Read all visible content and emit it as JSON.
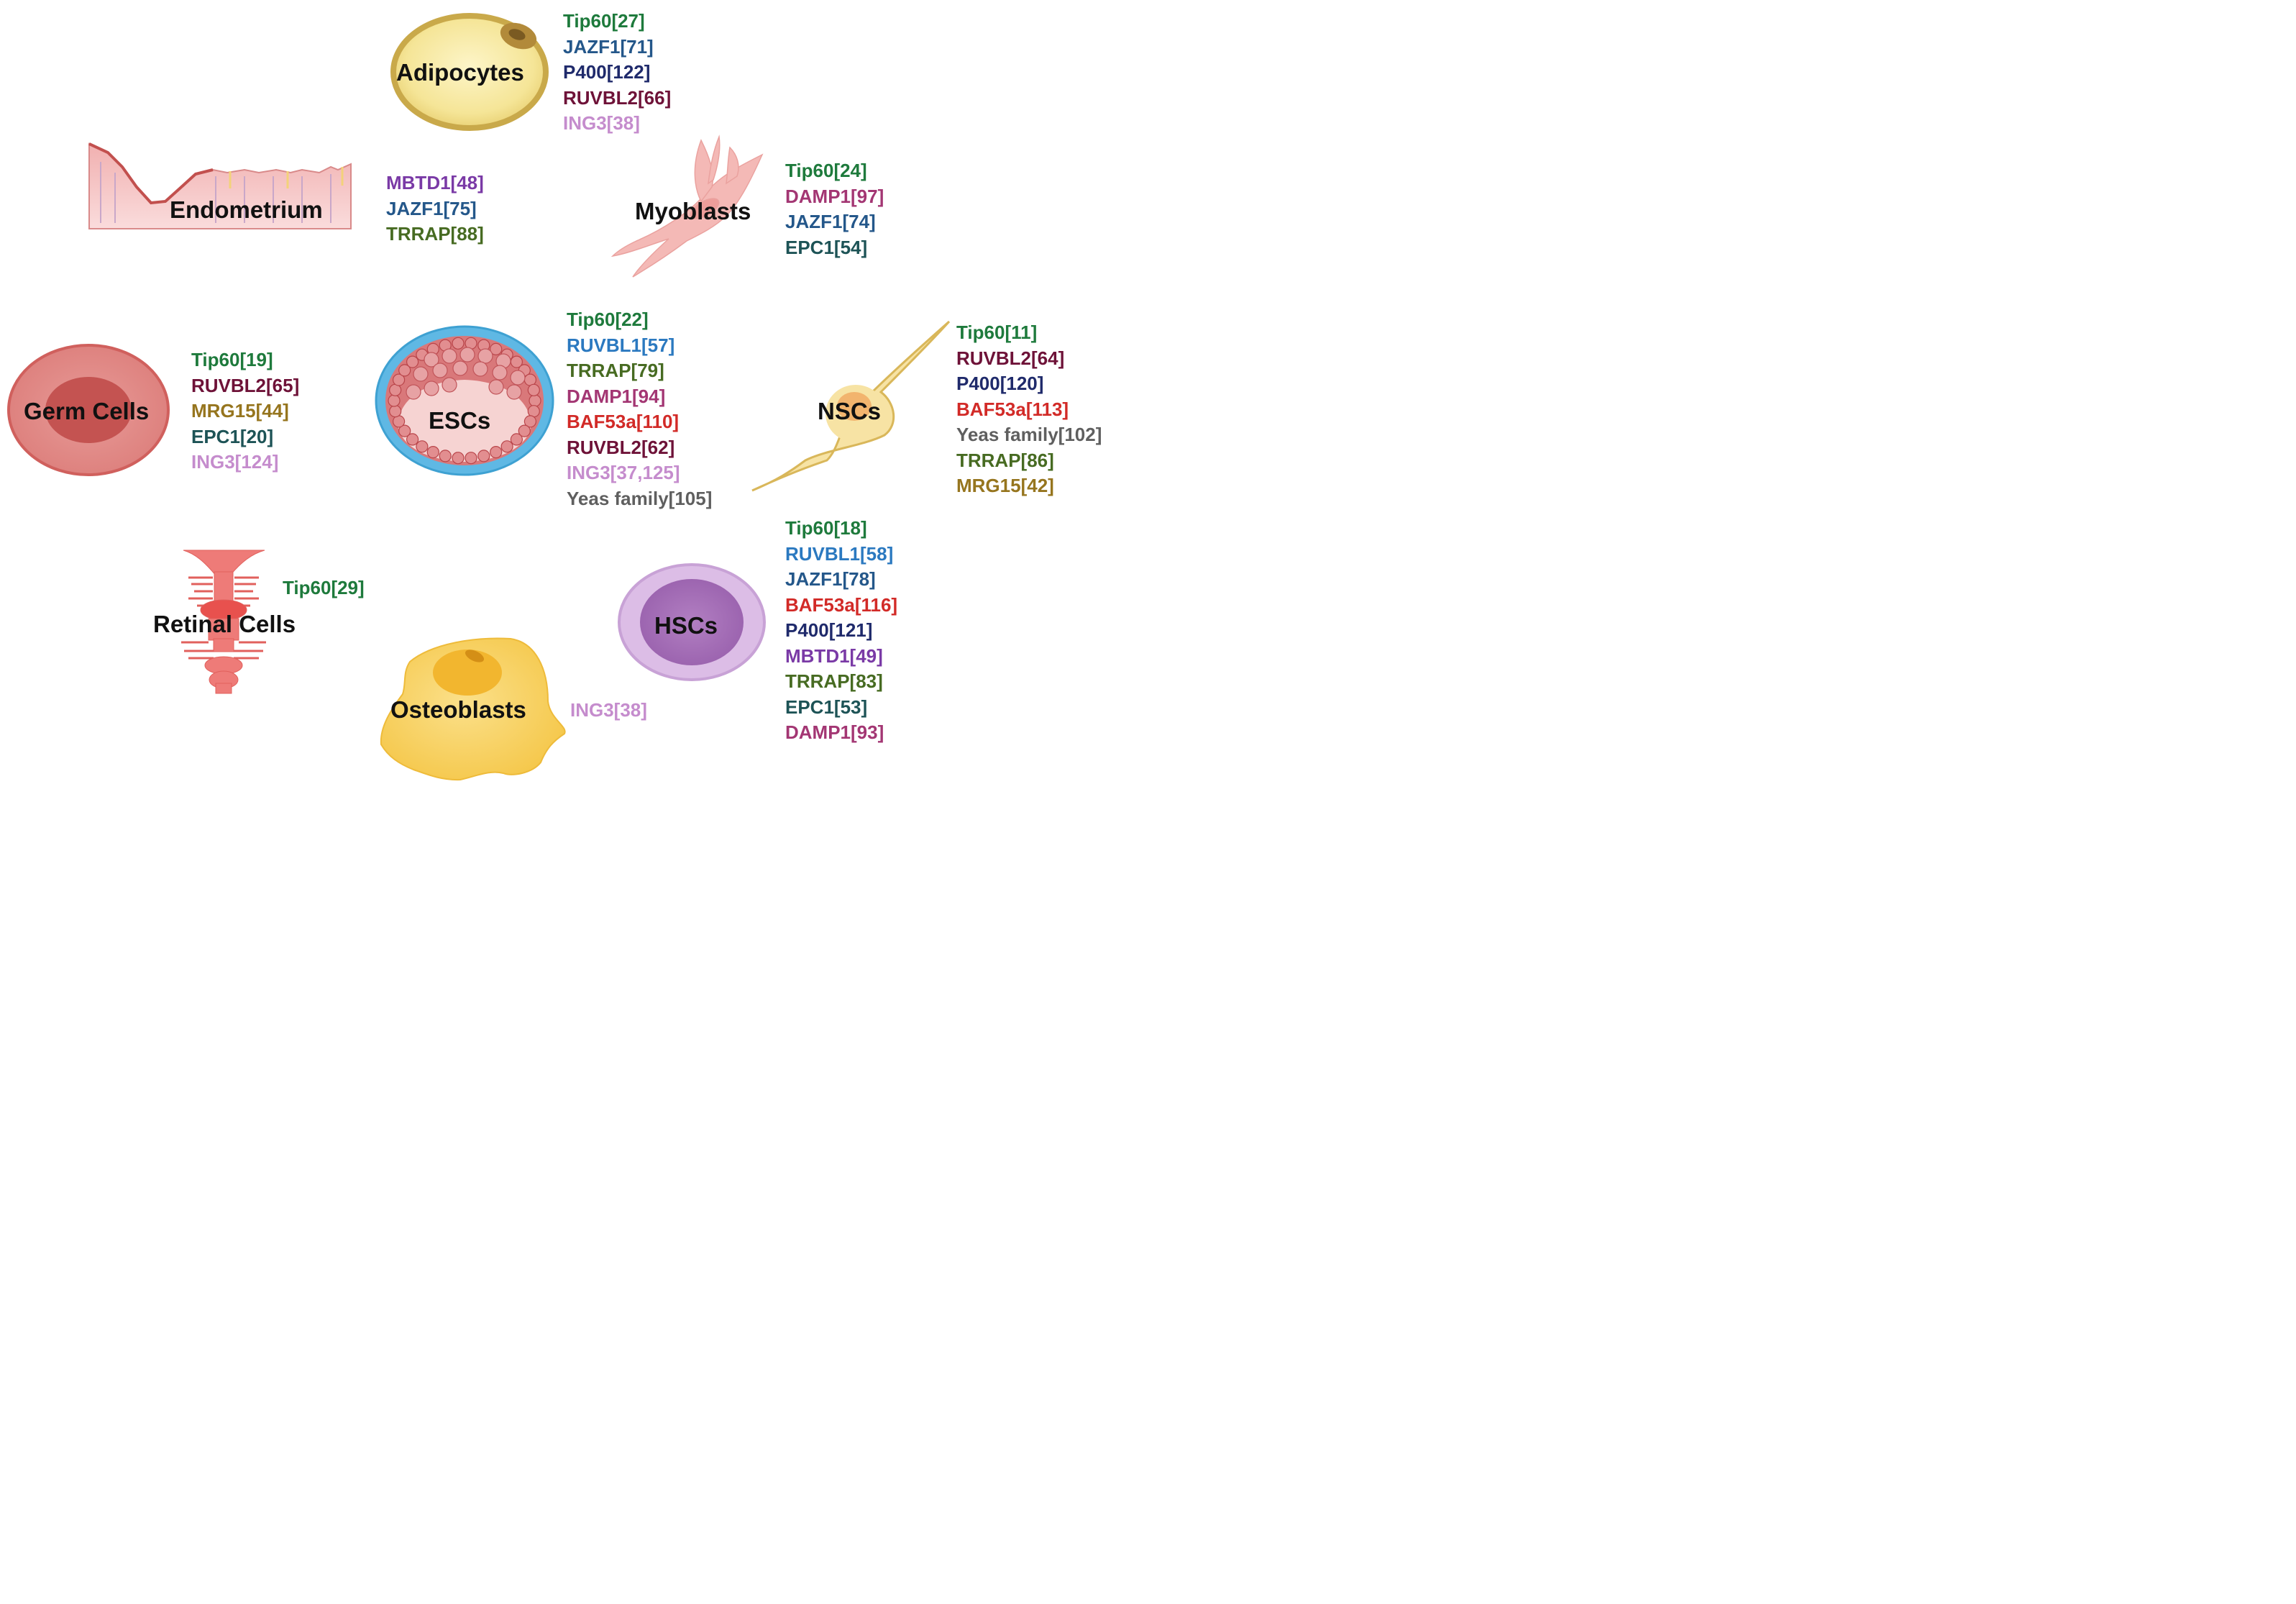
{
  "palette": {
    "Tip60": "#1e7a3c",
    "JAZF1": "#24578a",
    "P400": "#1f2a6b",
    "RUVBL2": "#6e1238",
    "RUVBL1": "#2b79c0",
    "ING3": "#c58ccd",
    "MBTD1": "#7a3aa6",
    "TRRAP": "#476b22",
    "DAMP1": "#a33673",
    "EPC1": "#1d5356",
    "BAF53a": "#d22a27",
    "MRG15": "#96751e",
    "Yeas family": "#5f5f5f"
  },
  "cells": [
    {
      "id": "adipocytes",
      "label": "Adipocytes",
      "icon": "adipocyte-cell-icon",
      "refs": [
        {
          "text": "Tip60[27]",
          "key": "Tip60"
        },
        {
          "text": "JAZF1[71]",
          "key": "JAZF1"
        },
        {
          "text": "P400[122]",
          "key": "P400"
        },
        {
          "text": "RUVBL2[66]",
          "key": "RUVBL2"
        },
        {
          "text": "ING3[38]",
          "key": "ING3"
        }
      ]
    },
    {
      "id": "endometrium",
      "label": "Endometrium",
      "icon": "endometrium-tissue-icon",
      "refs": [
        {
          "text": "MBTD1[48]",
          "key": "MBTD1"
        },
        {
          "text": "JAZF1[75]",
          "key": "JAZF1"
        },
        {
          "text": "TRRAP[88]",
          "key": "TRRAP"
        }
      ]
    },
    {
      "id": "myoblasts",
      "label": "Myoblasts",
      "icon": "myoblast-cell-icon",
      "refs": [
        {
          "text": "Tip60[24]",
          "key": "Tip60"
        },
        {
          "text": "DAMP1[97]",
          "key": "DAMP1"
        },
        {
          "text": "JAZF1[74]",
          "key": "JAZF1"
        },
        {
          "text": "EPC1[54]",
          "key": "EPC1"
        }
      ]
    },
    {
      "id": "germ-cells",
      "label": "Germ Cells",
      "icon": "germ-cell-icon",
      "refs": [
        {
          "text": "Tip60[19]",
          "key": "Tip60"
        },
        {
          "text": "RUVBL2[65]",
          "key": "RUVBL2"
        },
        {
          "text": "MRG15[44]",
          "key": "MRG15"
        },
        {
          "text": "EPC1[20]",
          "key": "EPC1"
        },
        {
          "text": "ING3[124]",
          "key": "ING3"
        }
      ]
    },
    {
      "id": "escs",
      "label": "ESCs",
      "icon": "blastocyst-icon",
      "refs": [
        {
          "text": "Tip60[22]",
          "key": "Tip60"
        },
        {
          "text": "RUVBL1[57]",
          "key": "RUVBL1"
        },
        {
          "text": "TRRAP[79]",
          "key": "TRRAP"
        },
        {
          "text": "DAMP1[94]",
          "key": "DAMP1"
        },
        {
          "text": "BAF53a[110]",
          "key": "BAF53a"
        },
        {
          "text": "RUVBL2[62]",
          "key": "RUVBL2"
        },
        {
          "text": "ING3[37,125]",
          "key": "ING3"
        },
        {
          "text": "Yeas family[105]",
          "key": "Yeas family"
        }
      ]
    },
    {
      "id": "nscs",
      "label": "NSCs",
      "icon": "neural-stem-cell-icon",
      "refs": [
        {
          "text": "Tip60[11]",
          "key": "Tip60"
        },
        {
          "text": "RUVBL2[64]",
          "key": "RUVBL2"
        },
        {
          "text": "P400[120]",
          "key": "P400"
        },
        {
          "text": "BAF53a[113]",
          "key": "BAF53a"
        },
        {
          "text": "Yeas family[102]",
          "key": "Yeas family"
        },
        {
          "text": "TRRAP[86]",
          "key": "TRRAP"
        },
        {
          "text": "MRG15[42]",
          "key": "MRG15"
        }
      ]
    },
    {
      "id": "retinal-cells",
      "label": "Retinal Cells",
      "icon": "retinal-cell-icon",
      "refs": [
        {
          "text": "Tip60[29]",
          "key": "Tip60"
        }
      ]
    },
    {
      "id": "hscs",
      "label": "HSCs",
      "icon": "hematopoietic-stem-cell-icon",
      "refs": [
        {
          "text": "Tip60[18]",
          "key": "Tip60"
        },
        {
          "text": "RUVBL1[58]",
          "key": "RUVBL1"
        },
        {
          "text": "JAZF1[78]",
          "key": "JAZF1"
        },
        {
          "text": "BAF53a[116]",
          "key": "BAF53a"
        },
        {
          "text": "P400[121]",
          "key": "P400"
        },
        {
          "text": "MBTD1[49]",
          "key": "MBTD1"
        },
        {
          "text": "TRRAP[83]",
          "key": "TRRAP"
        },
        {
          "text": "EPC1[53]",
          "key": "EPC1"
        },
        {
          "text": "DAMP1[93]",
          "key": "DAMP1"
        }
      ]
    },
    {
      "id": "osteoblasts",
      "label": "Osteoblasts",
      "icon": "osteoblast-cell-icon",
      "refs": [
        {
          "text": "ING3[38]",
          "key": "ING3"
        }
      ]
    }
  ]
}
